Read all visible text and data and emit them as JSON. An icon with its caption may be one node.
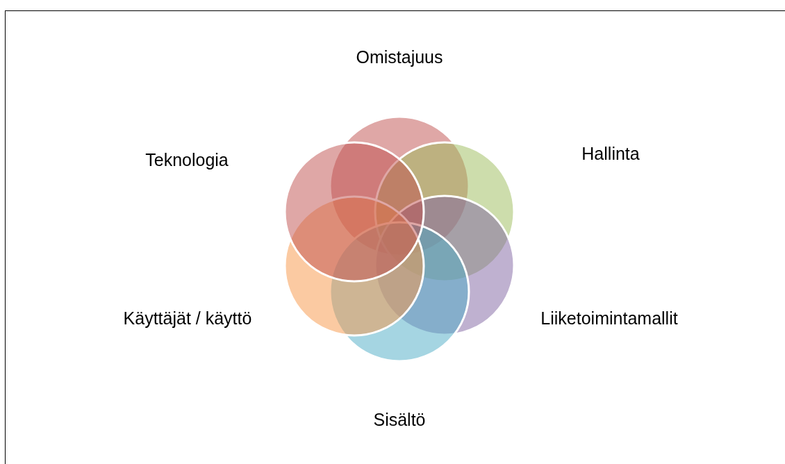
{
  "diagram": {
    "nodes": [
      {
        "text": [],
        "shape": "circle",
        "beside": [
          "Omistajuus"
        ]
      },
      {
        "text": [],
        "shape": "circle",
        "beside": [
          "Hallinta"
        ]
      },
      {
        "text": [],
        "shape": "circle",
        "beside": [
          "Liiketoimintamallit"
        ]
      },
      {
        "text": [],
        "shape": "circle",
        "beside": [
          "Sisältö"
        ]
      },
      {
        "text": [],
        "shape": "circle",
        "beside": [
          "Käyttäjät / käyttö"
        ]
      },
      {
        "text": [],
        "shape": "circle",
        "beside": [
          "Teknologia"
        ]
      }
    ]
  }
}
